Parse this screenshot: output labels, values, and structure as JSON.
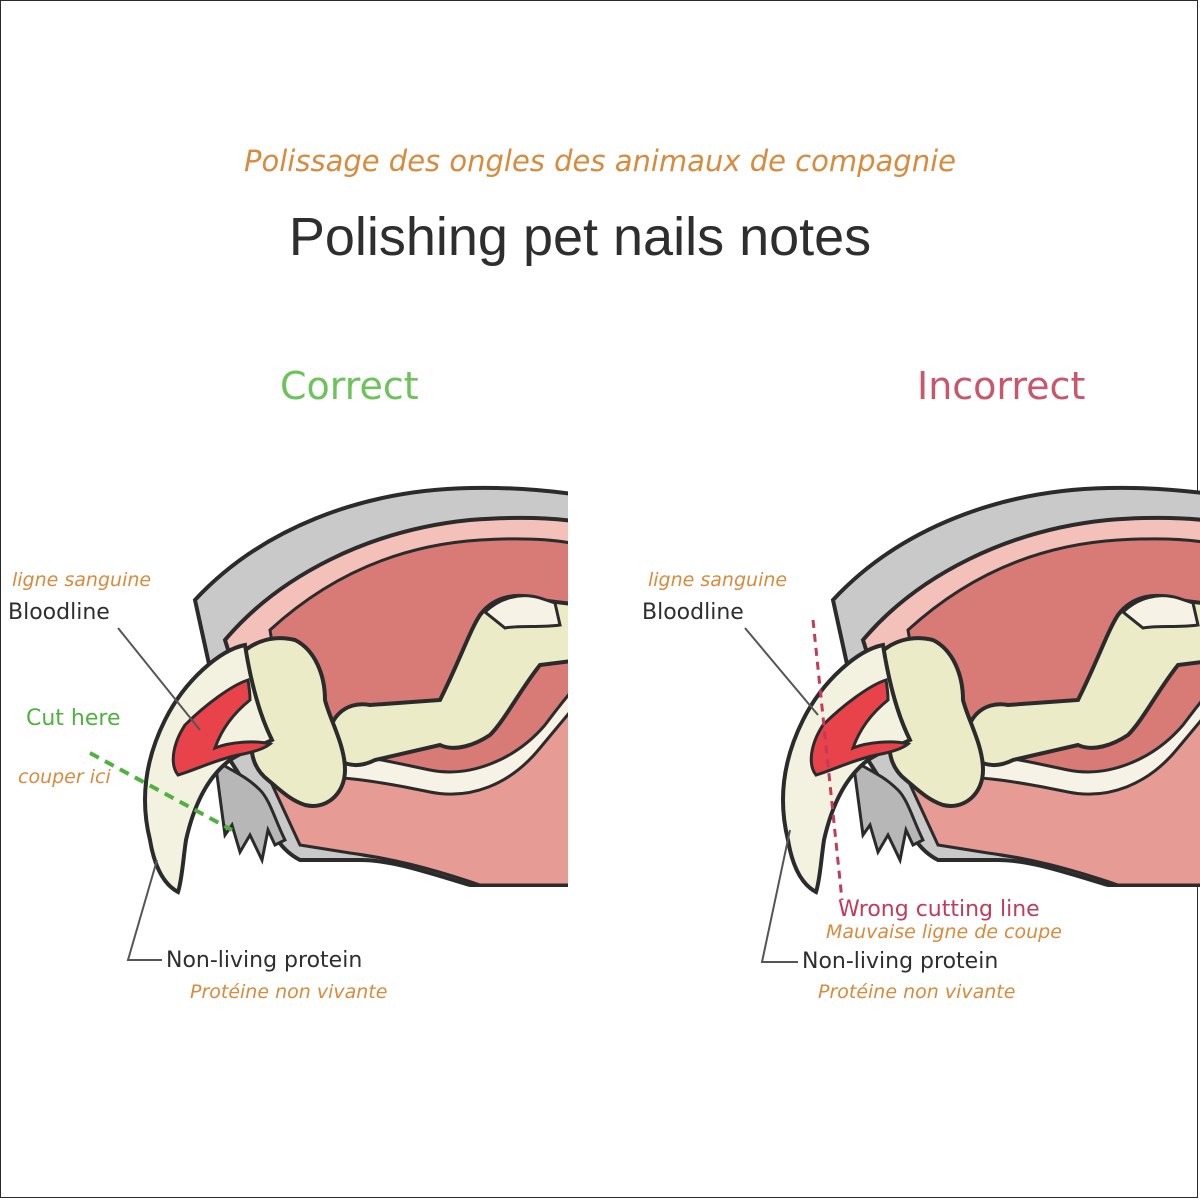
{
  "header": {
    "subtitle_fr": "Polissage des ongles des animaux de compagnie",
    "title_en": "Polishing pet nails notes"
  },
  "panels": {
    "correct": {
      "heading": "Correct",
      "bloodline_fr": "ligne sanguine",
      "bloodline_en": "Bloodline",
      "cut_en": "Cut here",
      "cut_fr": "couper ici",
      "protein_en": "Non-living protein",
      "protein_fr": "Protéine non vivante"
    },
    "incorrect": {
      "heading": "Incorrect",
      "bloodline_fr": "ligne sanguine",
      "bloodline_en": "Bloodline",
      "wrong_en": "Wrong cutting line",
      "wrong_fr": "Mauvaise ligne de coupe",
      "protein_en": "Non-living protein",
      "protein_fr": "Protéine non vivante"
    }
  },
  "colors": {
    "heading_correct": "#6cc35a",
    "heading_incorrect": "#c9566a",
    "french_text": "#d98a3c",
    "fur": "#c9c9c9",
    "flesh": "#d87a76",
    "bone": "#ecebc8",
    "pad": "#f4c1ba",
    "quick": "#e8434a",
    "nail": "#f3f2e0",
    "cut_line": "#4fb23f",
    "wrong_line": "#c23b5a"
  }
}
